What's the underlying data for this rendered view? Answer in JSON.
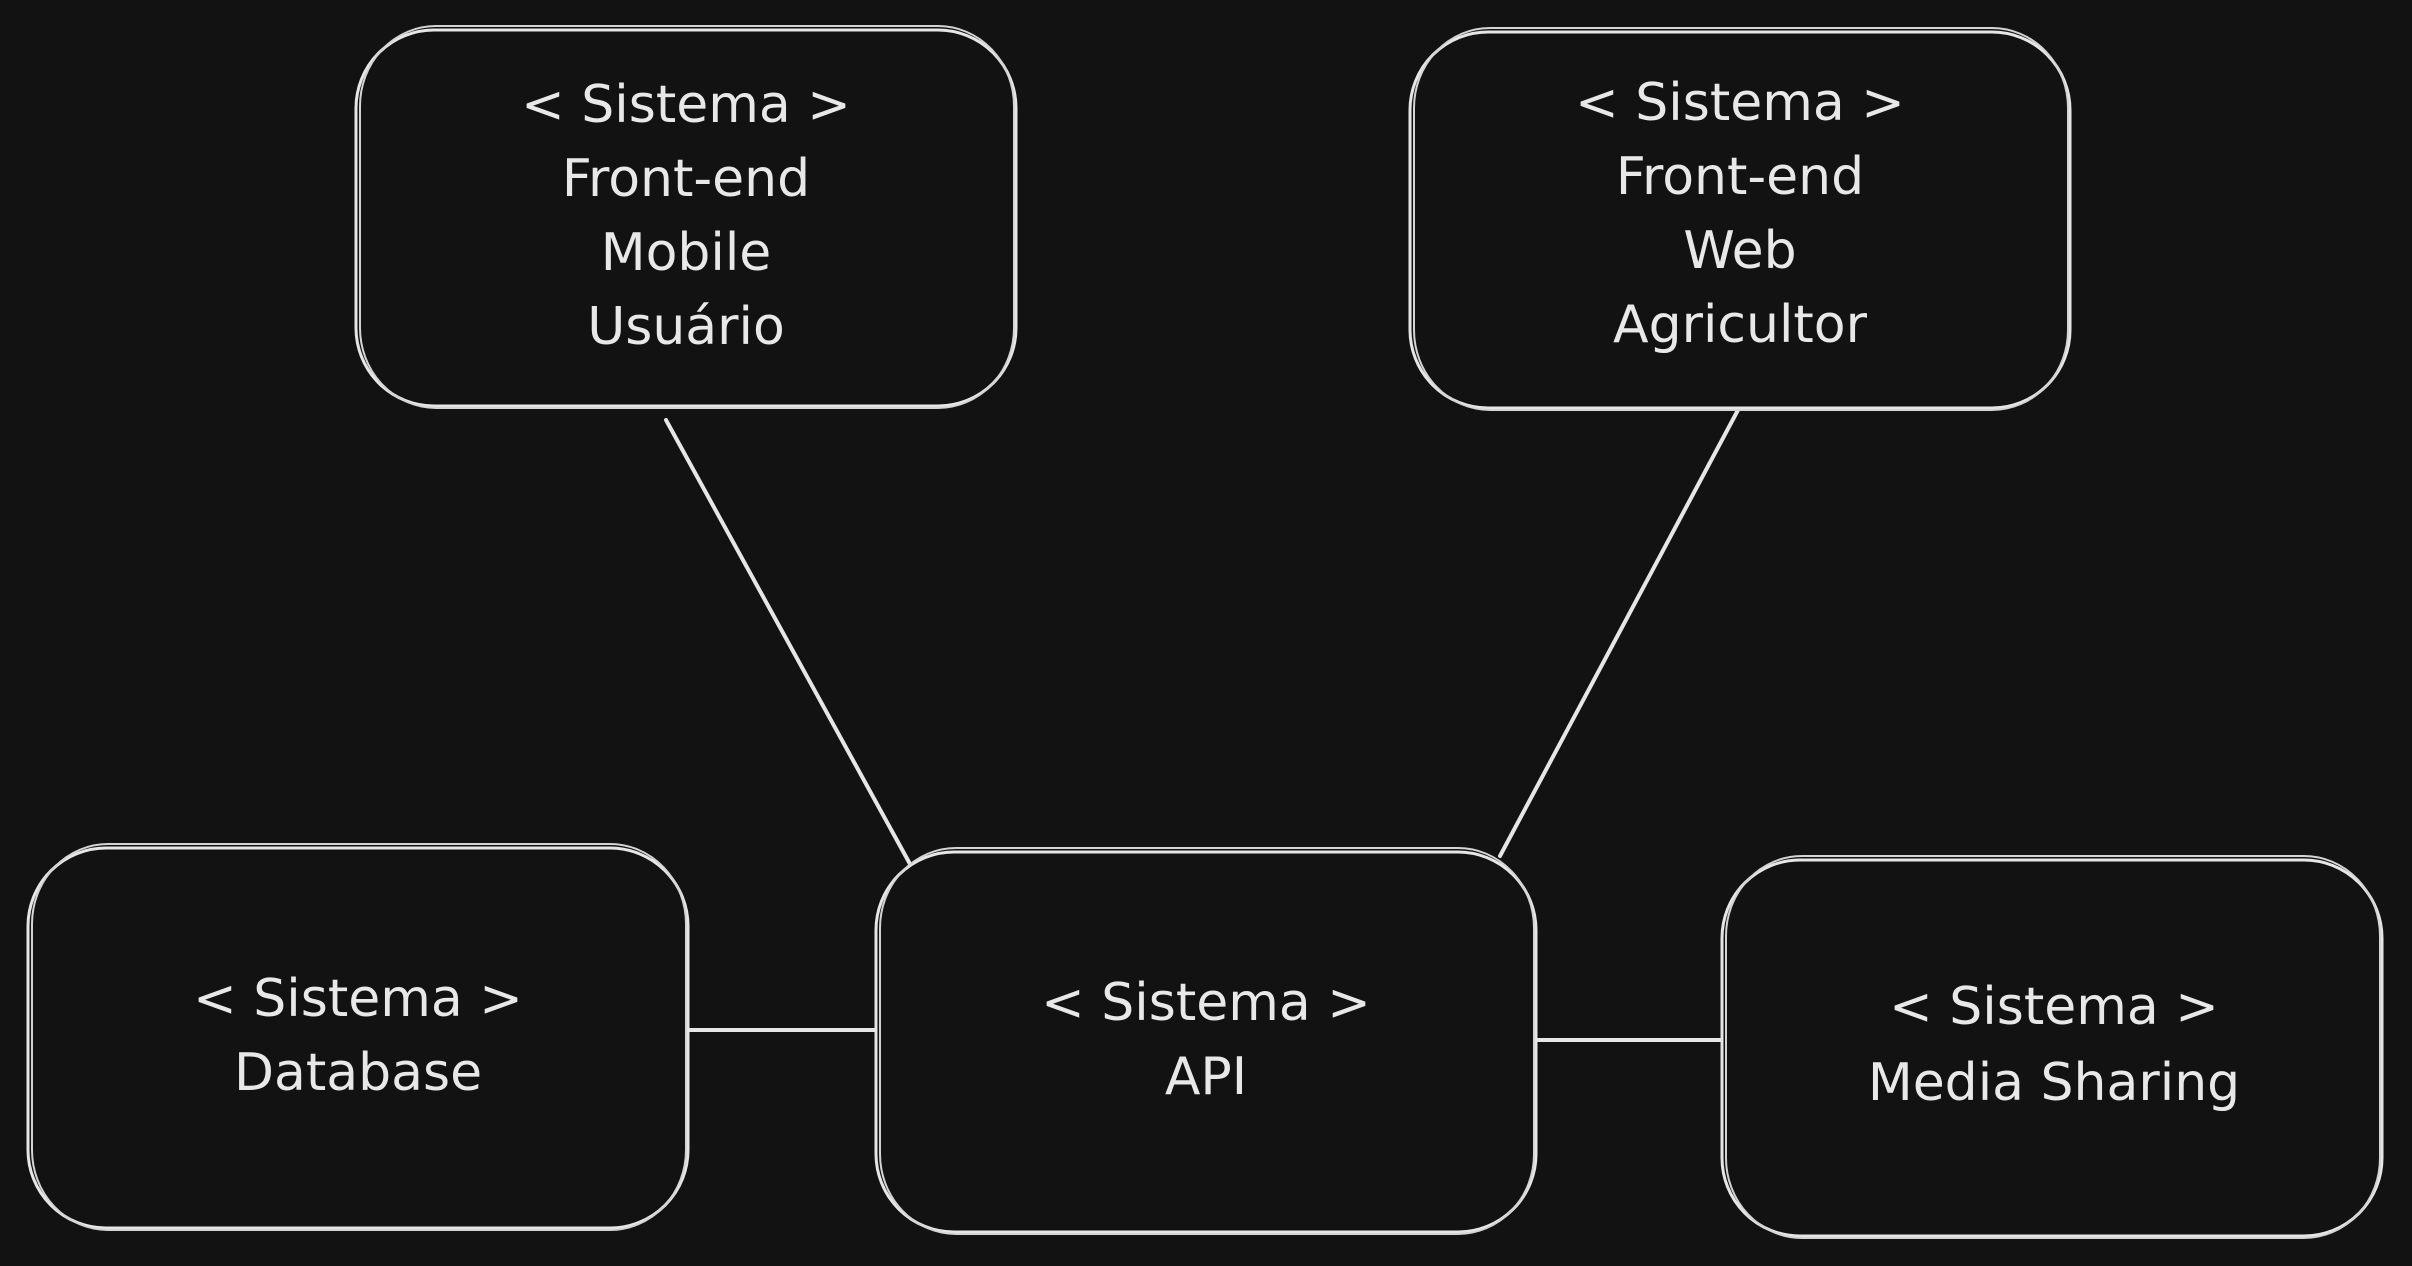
{
  "nodes": {
    "mobile": {
      "lines": [
        "< Sistema >",
        "Front-end",
        "Mobile",
        "Usuário"
      ]
    },
    "web": {
      "lines": [
        "< Sistema >",
        "Front-end",
        "Web",
        "Agricultor"
      ]
    },
    "database": {
      "lines": [
        "< Sistema >",
        "Database"
      ]
    },
    "api": {
      "lines": [
        "< Sistema >",
        "API"
      ]
    },
    "media": {
      "lines": [
        "< Sistema >",
        "Media Sharing"
      ]
    }
  },
  "colors": {
    "background": "#121212",
    "stroke": "#e6e6e6",
    "text": "#e8e8e8"
  }
}
